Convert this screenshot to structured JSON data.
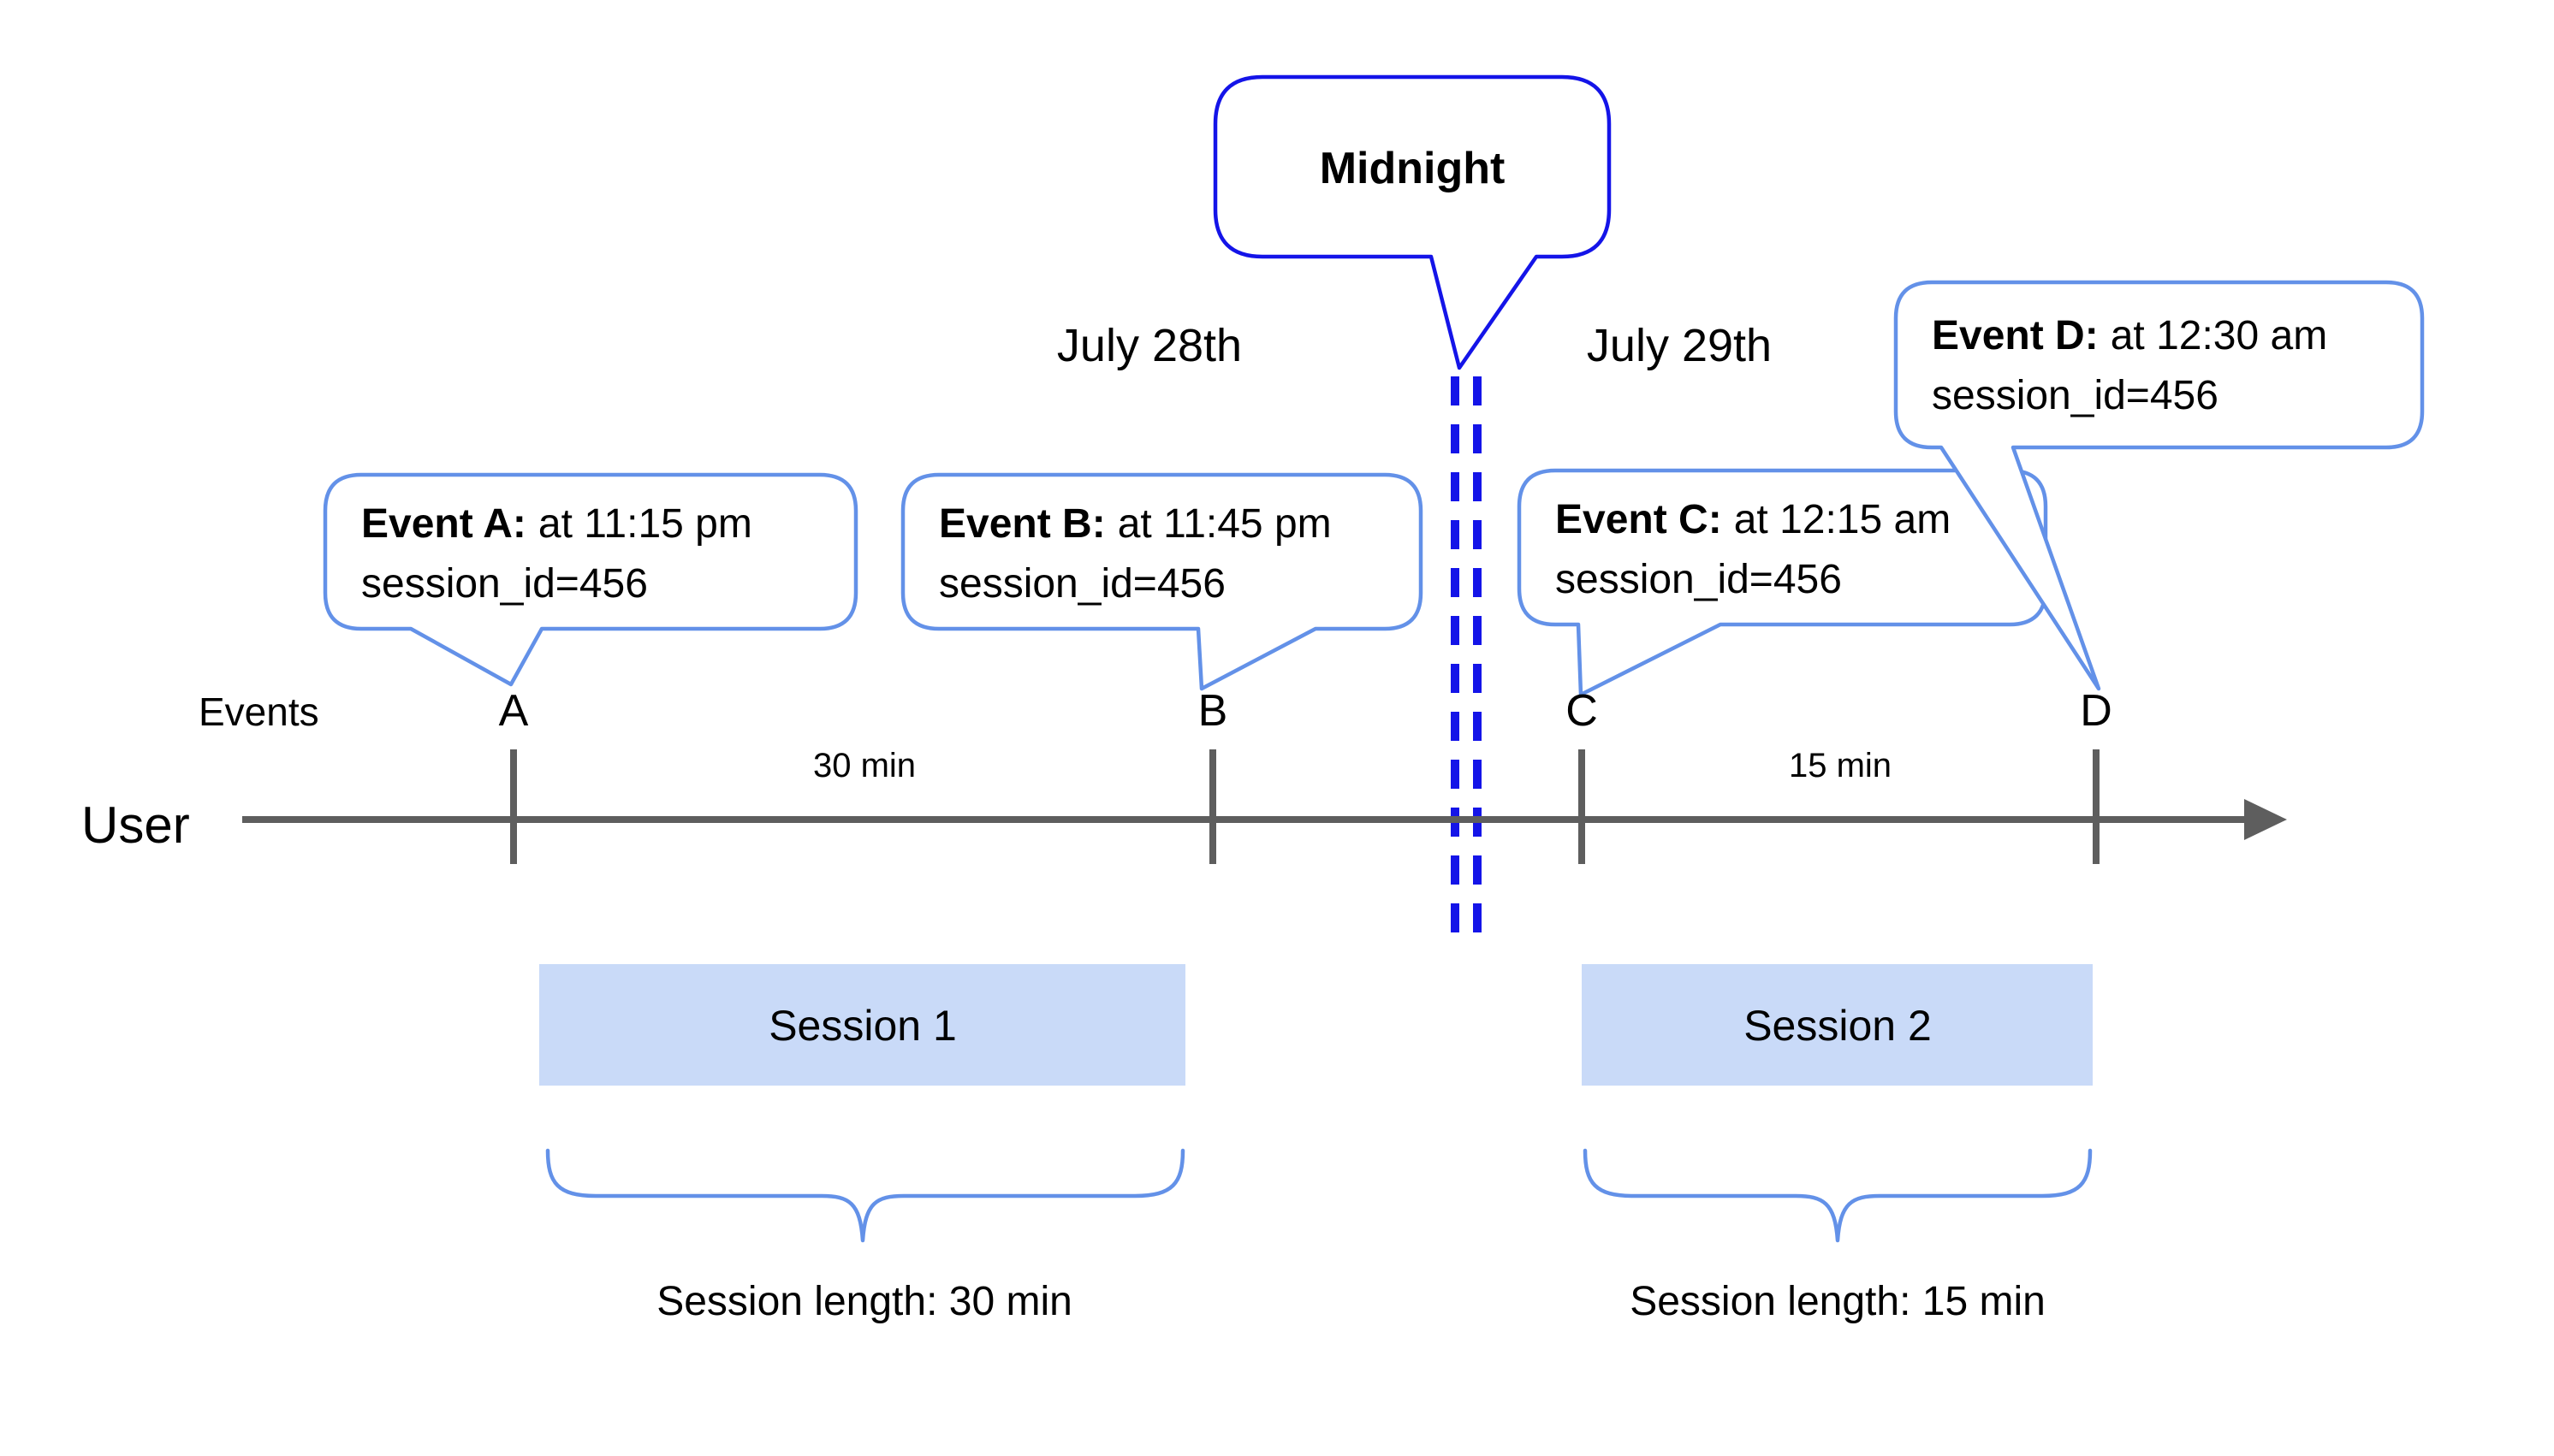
{
  "colors": {
    "strong-blue": "#1414e8",
    "light-blue": "#6391e8",
    "session-fill": "#c9daf8",
    "line-gray": "#5e5e5e",
    "text-color": "#000000",
    "background": "#ffffff"
  },
  "midnight": {
    "label": "Midnight"
  },
  "dates": {
    "before": "July 28th",
    "after": "July 29th"
  },
  "axis": {
    "events_label": "Events",
    "user_label": "User",
    "markers": [
      "A",
      "B",
      "C",
      "D"
    ],
    "gap_ab": "30 min",
    "gap_cd": "15 min"
  },
  "callouts": [
    {
      "name": "Event A:",
      "time": "at 11:15 pm",
      "session": "session_id=456"
    },
    {
      "name": "Event B:",
      "time": "at 11:45 pm",
      "session": "session_id=456"
    },
    {
      "name": "Event C:",
      "time": "at 12:15 am",
      "session": "session_id=456"
    },
    {
      "name": "Event D:",
      "time": "at 12:30 am",
      "session": "session_id=456"
    }
  ],
  "sessions": [
    {
      "label": "Session 1",
      "length": "Session length: 30 min"
    },
    {
      "label": "Session 2",
      "length": "Session length: 15 min"
    }
  ]
}
